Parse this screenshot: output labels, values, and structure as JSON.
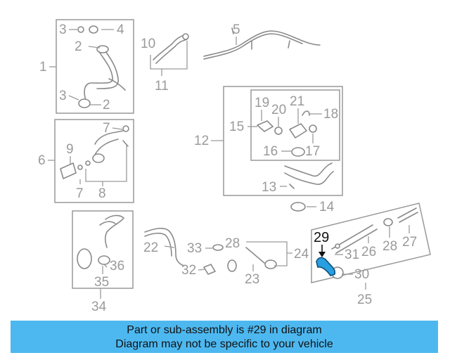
{
  "diagram": {
    "callouts": [
      "1",
      "2",
      "3",
      "4",
      "5",
      "6",
      "7",
      "8",
      "9",
      "10",
      "11",
      "12",
      "13",
      "14",
      "15",
      "16",
      "17",
      "18",
      "19",
      "20",
      "21",
      "22",
      "23",
      "24",
      "25",
      "26",
      "27",
      "28",
      "29",
      "30",
      "31",
      "32",
      "33",
      "34",
      "35",
      "36"
    ],
    "highlighted_part": "29"
  },
  "banner": {
    "line1": "Part or sub-assembly is #29 in diagram",
    "line2": "Diagram may not be specific to your vehicle"
  },
  "colors": {
    "banner_bg": "#4db8f0",
    "highlight_part": "#2a9fe0",
    "line_art": "#8a8a8a"
  }
}
